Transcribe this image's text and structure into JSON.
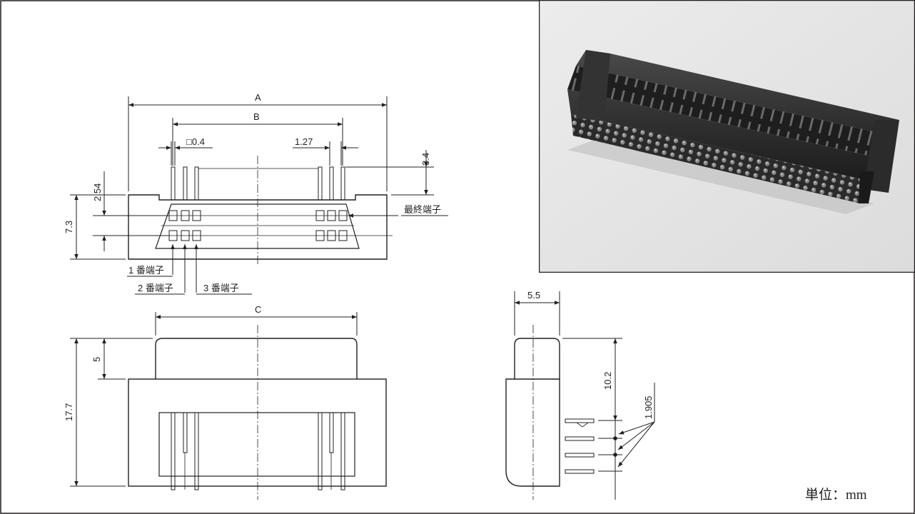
{
  "drawing": {
    "top_view": {
      "dim_A": "A",
      "dim_B": "B",
      "pin_size": "□0.4",
      "pitch": "1.27",
      "pin_height": "3.4",
      "offset": "2.54",
      "depth": "7.3",
      "last_pin_label": "最終端子",
      "pin1_label": "1 番端子",
      "pin2_label": "2 番端子",
      "pin3_label": "3 番端子"
    },
    "front_view": {
      "dim_C": "C",
      "shell_height": "5",
      "total_height": "17.7"
    },
    "side_view": {
      "width": "5.5",
      "height": "10.2",
      "row_pitch": "1.905"
    },
    "unit_label": "単位：mm"
  },
  "photo": {
    "subject": "connector-product-photo",
    "background_color": "#e4e4e4",
    "body_color": "#2a2a2a"
  }
}
